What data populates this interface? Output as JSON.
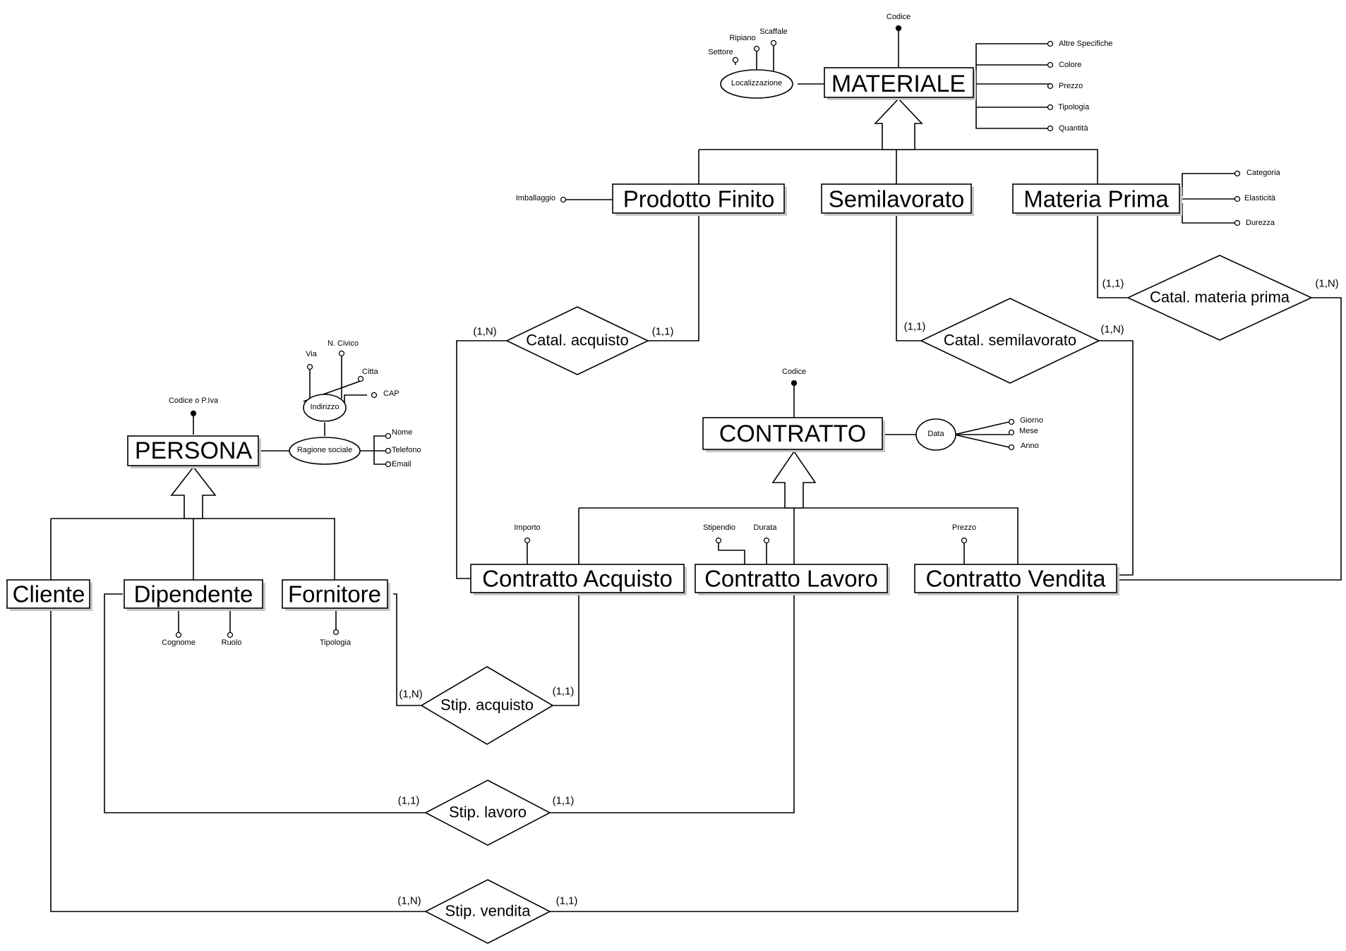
{
  "entities": {
    "materiale": "MATERIALE",
    "prodotto_finito": "Prodotto Finito",
    "semilavorato": "Semilavorato",
    "materia_prima": "Materia Prima",
    "persona": "PERSONA",
    "cliente": "Cliente",
    "dipendente": "Dipendente",
    "fornitore": "Fornitore",
    "contratto": "CONTRATTO",
    "contratto_acquisto": "Contratto Acquisto",
    "contratto_lavoro": "Contratto Lavoro",
    "contratto_vendita": "Contratto Vendita"
  },
  "relationships": {
    "catal_acquisto": "Catal. acquisto",
    "catal_semilavorato": "Catal. semilavorato",
    "catal_materia_prima": "Catal. materia prima",
    "stip_acquisto": "Stip. acquisto",
    "stip_lavoro": "Stip. lavoro",
    "stip_vendita": "Stip. vendita"
  },
  "composite_attributes": {
    "localizzazione": "Localizzazione",
    "indirizzo": "Indirizzo",
    "ragione_sociale": "Ragione sociale",
    "data": "Data"
  },
  "attributes": {
    "materiale_codice": "Codice",
    "altre_specifiche": "Altre Specifiche",
    "colore": "Colore",
    "prezzo_materiale": "Prezzo",
    "tipologia_materiale": "Tipologia",
    "quantita": "Quantità",
    "settore": "Settore",
    "ripiano": "Ripiano",
    "scaffale": "Scaffale",
    "imballaggio": "Imballaggio",
    "categoria": "Categoria",
    "elasticita": "Elasticità",
    "durezza": "Durezza",
    "persona_codice": "Codice o P.Iva",
    "via": "Via",
    "n_civico": "N. Civico",
    "citta": "Citta",
    "cap": "CAP",
    "nome": "Nome",
    "telefono": "Telefono",
    "email": "Email",
    "cognome": "Cognome",
    "ruolo": "Ruolo",
    "tipologia_fornitore": "Tipologia",
    "contratto_codice": "Codice",
    "giorno": "Giorno",
    "mese": "Mese",
    "anno": "Anno",
    "importo": "Importo",
    "stipendio": "Stipendio",
    "durata": "Durata",
    "prezzo_vendita": "Prezzo"
  },
  "cardinalities": {
    "catal_acquisto_left": "(1,N)",
    "catal_acquisto_right": "(1,1)",
    "catal_semilavorato_left": "(1,1)",
    "catal_semilavorato_right": "(1,N)",
    "catal_materia_prima_left": "(1,1)",
    "catal_materia_prima_right": "(1,N)",
    "stip_acquisto_left": "(1,N)",
    "stip_acquisto_right": "(1,1)",
    "stip_lavoro_left": "(1,1)",
    "stip_lavoro_right": "(1,1)",
    "stip_vendita_left": "(1,N)",
    "stip_vendita_right": "(1,1)"
  }
}
